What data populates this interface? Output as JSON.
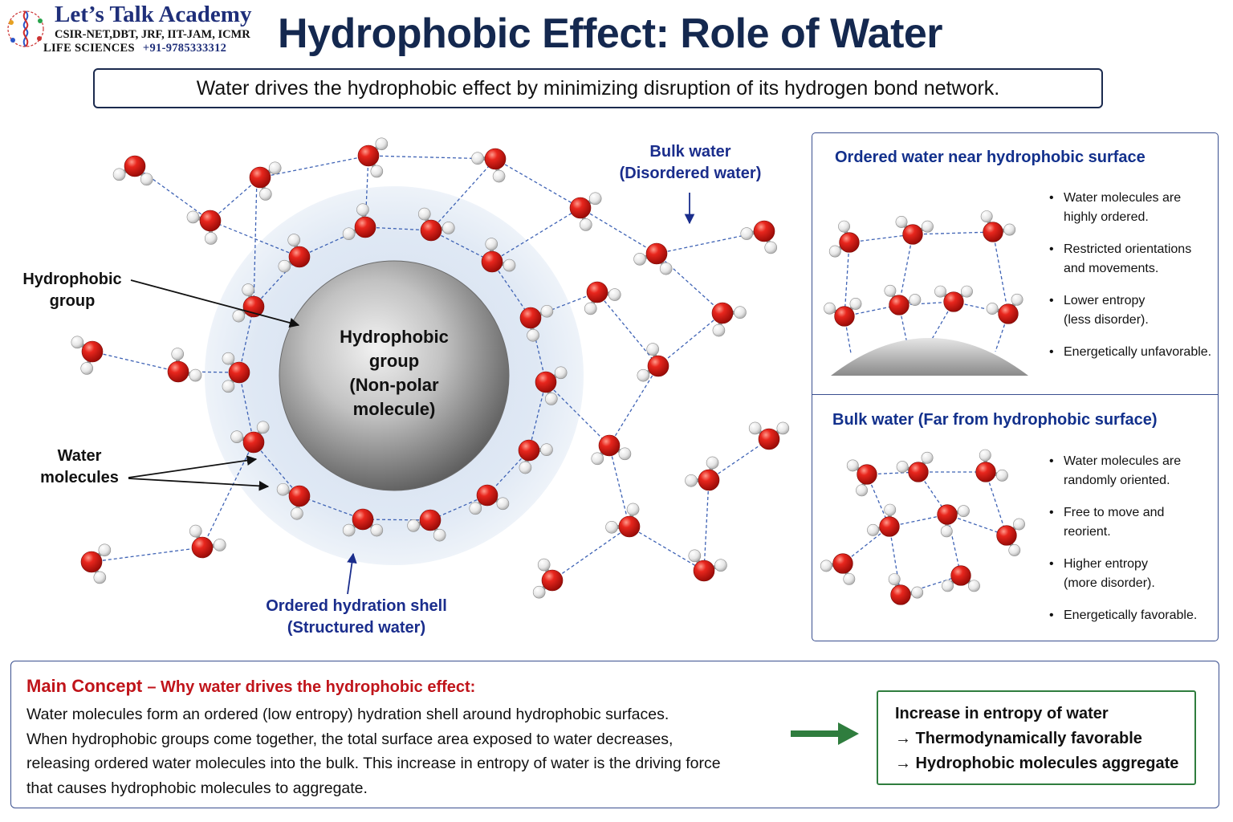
{
  "logo": {
    "name": "Let’s Talk Academy",
    "line1": "CSIR-NET,DBT, JRF, IIT-JAM, ICMR",
    "line2": "LIFE SCIENCES",
    "phone": "+91-9785333312"
  },
  "title": "Hydrophobic Effect: Role of Water",
  "subtitle": "Water drives the hydrophobic effect by minimizing disruption of its hydrogen bond network.",
  "diagram": {
    "sphere_label": [
      "Hydrophobic",
      "group",
      "(Non-polar",
      "molecule)"
    ],
    "hydrophobic_group_label": [
      "Hydrophobic",
      "group"
    ],
    "water_molecules_label": [
      "Water",
      "molecules"
    ],
    "bulk_water_label": [
      "Bulk water",
      "(Disordered water)"
    ],
    "hydration_shell_label": [
      "Ordered hydration shell",
      "(Structured water)"
    ]
  },
  "ordered_panel": {
    "title": "Ordered water near hydrophobic surface",
    "bullets": [
      [
        "Water molecules are",
        "highly ordered."
      ],
      [
        "Restricted orientations",
        "and movements."
      ],
      [
        "Lower entropy",
        "(less disorder)."
      ],
      [
        "Energetically unfavorable."
      ]
    ]
  },
  "bulk_panel": {
    "title": "Bulk water (Far from hydrophobic surface)",
    "bullets": [
      [
        "Water molecules are",
        "randomly oriented."
      ],
      [
        "Free to move and",
        "reorient."
      ],
      [
        "Higher entropy",
        "(more disorder)."
      ],
      [
        "Energetically favorable."
      ]
    ]
  },
  "concept": {
    "heading": "Main Concept",
    "subheading": "– Why water drives the hydrophobic effect:",
    "lines": [
      "Water molecules form an ordered (low entropy) hydration shell around hydrophobic surfaces.",
      "When hydrophobic groups come together, the total surface area exposed to water decreases,",
      "releasing ordered water molecules into the bulk. This increase in entropy of water is the driving force",
      "that causes hydrophobic molecules to aggregate."
    ]
  },
  "result": {
    "lines": [
      "Increase in entropy of water",
      "→ Thermodynamically favorable",
      "→ Hydrophobic molecules aggregate"
    ]
  },
  "colors": {
    "title": "#14284f",
    "panel_title": "#12308c",
    "concept_heading": "#c0141a",
    "result_border": "#2f7d3e",
    "oxygen": "#e0201b",
    "hydrogen": "#f2f2f2",
    "shell": "#dce6f2"
  }
}
